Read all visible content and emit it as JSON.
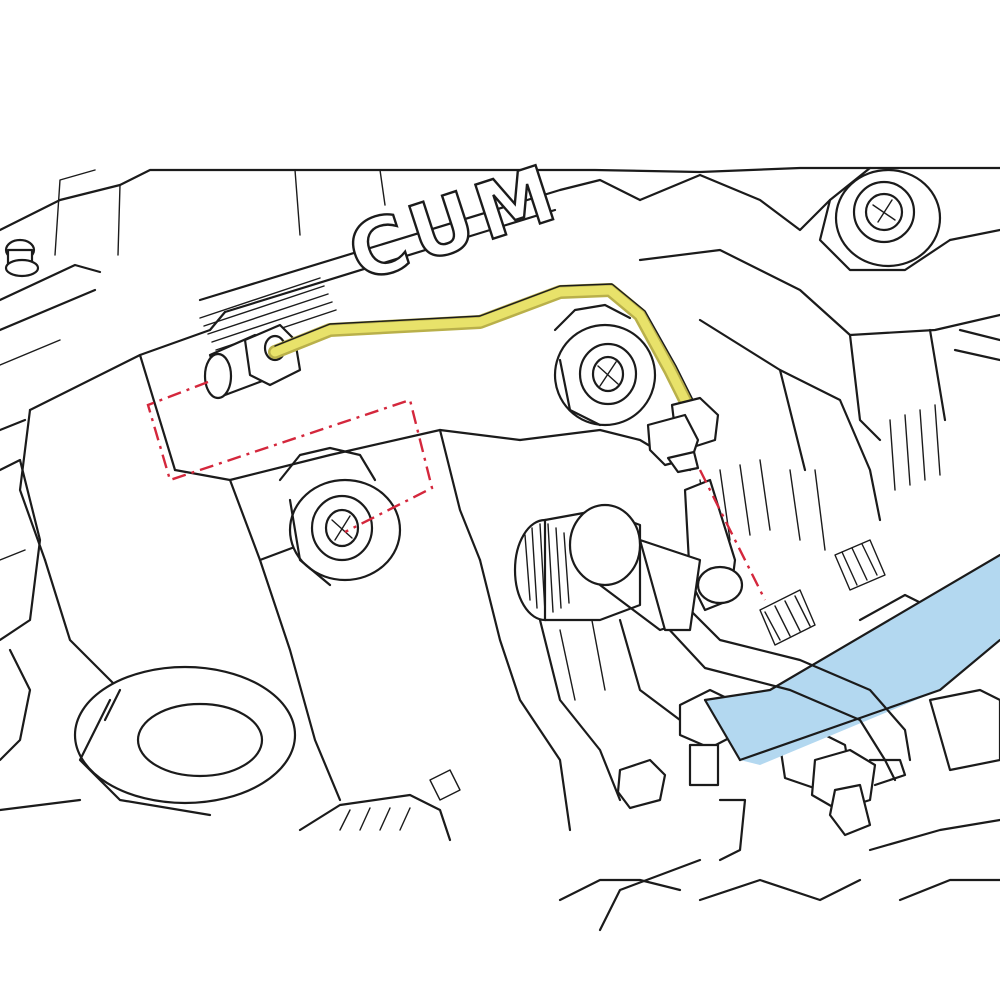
{
  "valve_cover": {
    "emboss_text": "CUM"
  },
  "colors": {
    "fuel_line": "#e8e26a",
    "fuel_line_shadow": "#b9b04a",
    "fuel_rail": "#b3d8f0",
    "leader_line": "#d4273c",
    "linework": "#1b1b1b",
    "background": "#ffffff"
  },
  "icons": {
    "fuel_line": "highlighted-fuel-pipe",
    "fuel_rail": "highlighted-fuel-rail",
    "leader": "dashed-leader-line"
  }
}
